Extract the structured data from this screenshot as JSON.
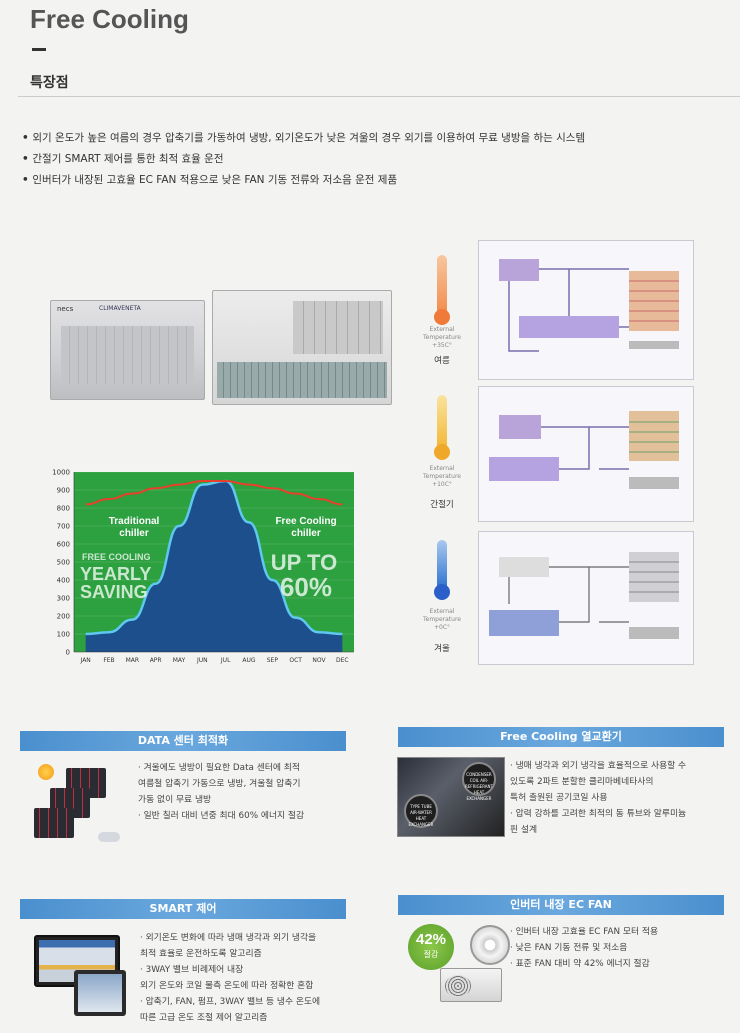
{
  "header": {
    "title": "Free Cooling",
    "section": "특장점"
  },
  "features": [
    "외기 온도가 높은 여름의 경우 압축기를 가동하여 냉방, 외기온도가 낮은 겨울의 경우 외기를 이용하여 무료 냉방을 하는 시스템",
    "간절기 SMART 제어를 통한 최적 효율 운전",
    "인버터가 내장된 고효율 EC FAN 적용으로 낮은 FAN 기동 전류와 저소음 운전 제품"
  ],
  "products": {
    "brand_left": "necs",
    "brand_right": "CLIMAVENETA"
  },
  "chart_data": {
    "type": "area",
    "categories": [
      "JAN",
      "FEB",
      "MAR",
      "APR",
      "MAY",
      "JUN",
      "JUL",
      "AUG",
      "SEP",
      "OCT",
      "NOV",
      "DEC"
    ],
    "ylim": [
      0,
      1000
    ],
    "yticks": [
      0,
      100,
      200,
      300,
      400,
      500,
      600,
      700,
      800,
      900,
      1000
    ],
    "series": [
      {
        "name": "Traditional chiller",
        "color": "#e8402a",
        "values": [
          820,
          850,
          880,
          910,
          930,
          950,
          950,
          930,
          910,
          880,
          850,
          820
        ]
      },
      {
        "name": "Free Cooling chiller",
        "color": "#5ec8f0",
        "values": [
          100,
          110,
          180,
          380,
          700,
          930,
          950,
          720,
          400,
          190,
          110,
          100
        ]
      }
    ],
    "annotations": {
      "yearly_line1": "FREE COOLING",
      "yearly_line2": "YEARLY",
      "yearly_line3": "SAVING",
      "upto_line1": "UP TO",
      "upto_line2": "60%"
    },
    "colors": {
      "saving": "#2da040",
      "consumption": "#1c4f8c"
    }
  },
  "seasons": [
    {
      "temp_line1": "External",
      "temp_line2": "Temperature",
      "temp_line3": "+35C°",
      "label": "여름"
    },
    {
      "temp_line1": "External",
      "temp_line2": "Temperature",
      "temp_line3": "+10C°",
      "label": "간절기"
    },
    {
      "temp_line1": "External",
      "temp_line2": "Temperature",
      "temp_line3": "+0C°",
      "label": "겨울"
    }
  ],
  "sections": {
    "datacenter": {
      "title": "DATA 센터 최적화",
      "lines": [
        "· 겨울에도 냉방이 필요한 Data 센터에 최적",
        "  여름철 압축기 가동으로 냉방, 겨울철 압축기",
        "  가동 없이 무료 냉방",
        "· 일반 칠러 대비 년중 최대 60% 에너지 절감"
      ]
    },
    "heat_exchanger": {
      "title": "Free Cooling 열교환기",
      "badge_left": "TYPE TUBE AIR-WATER HEAT EXCHANGER",
      "badge_right": "CONDENSER COIL AIR-REFRIGERANT HEAT EXCHANGER",
      "lines": [
        "· 냉매 냉각과 외기 냉각을 효율적으로 사용할 수",
        "  있도록 2파트 분할한 클리마베네타사의",
        "  특허 출원된 공기코일 사용",
        "· 압력 강하를 고려한 최적의 동 튜브와 알루미늄",
        "  핀 설계"
      ]
    },
    "smart": {
      "title": "SMART 제어",
      "lines": [
        "· 외기온도 변화에 따라 냉매 냉각과 외기 냉각을",
        "  최적 효율로 운전하도록 알고리즘",
        "· 3WAY 밸브 비례제어 내장",
        "  외기 온도와 코일 물측 온도에 따라 정확한 혼합",
        "· 압축기, FAN, 펌프, 3WAY 밸브 등 냉수 온도에",
        "  따른 고급 온도 조절 제어 알고리즘"
      ]
    },
    "ecfan": {
      "title": "인버터 내장 EC FAN",
      "badge_value": "42%",
      "badge_label": "절감",
      "lines": [
        "· 인버터 내장 고효율 EC FAN 모터 적용",
        "· 낮은 FAN 기동 전류 및 저소음",
        "· 표준 FAN 대비 약 42% 에너지 절감"
      ]
    }
  }
}
